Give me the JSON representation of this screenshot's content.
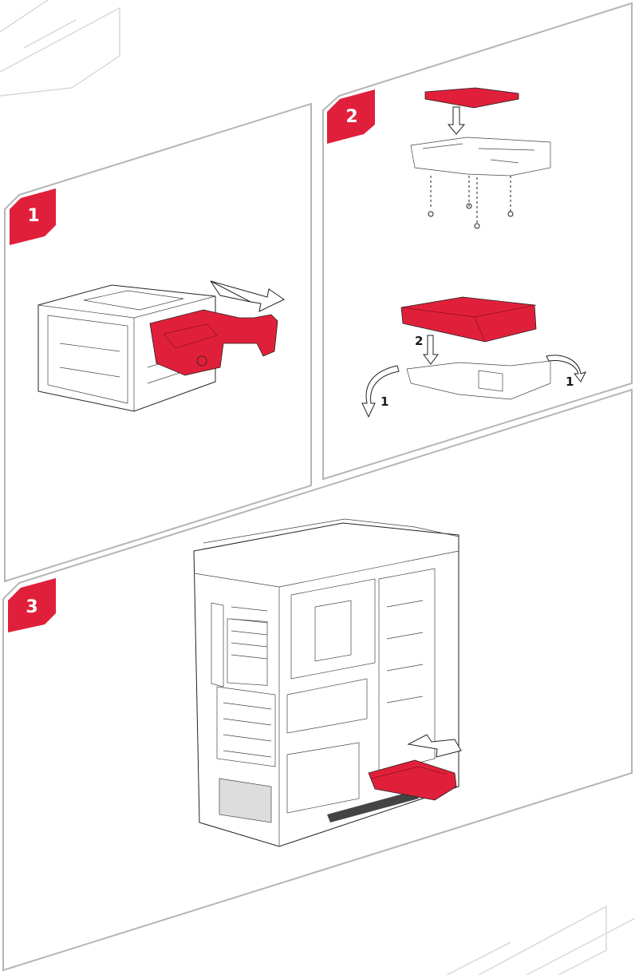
{
  "colors": {
    "accent": "#e0203a",
    "panel_border": "#b5b5b5",
    "line": "#222222"
  },
  "steps": [
    {
      "badge": "1",
      "icon": "drive-cage-slide-out-icon"
    },
    {
      "badge": "2",
      "icon": "hdd-mount-bracket-icon",
      "labels": [
        "2",
        "1",
        "1"
      ]
    },
    {
      "badge": "3",
      "icon": "case-install-cage-icon"
    }
  ]
}
